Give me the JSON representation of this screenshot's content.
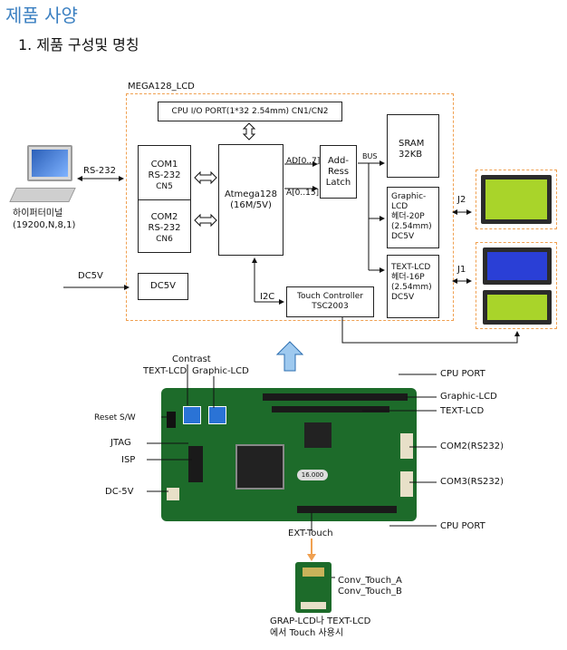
{
  "header": {
    "title": "제품 사양",
    "subtitle": "1. 제품 구성및 명칭"
  },
  "colors": {
    "title_blue": "#3a7fc1",
    "dash_orange": "#f0a050",
    "pcb_green": "#1d6b2a",
    "lcd_green": "#9acd32",
    "lcd_blue": "#2a3fd6",
    "arrow_blue": "#9ec9ef",
    "arrow_orange": "#f0a050"
  },
  "diagram": {
    "group_label": "MEGA128_LCD",
    "cpu_port": "CPU I/O PORT(1*32 2.54mm) CN1/CN2",
    "pc_label_line1": "하이퍼터미널",
    "pc_label_line2": "(19200,N,8,1)",
    "rs232_label": "RS-232",
    "dc5v_label": "DC5V",
    "com1": [
      "COM1",
      "RS-232",
      "CN5"
    ],
    "com2": [
      "COM2",
      "RS-232",
      "CN6"
    ],
    "dc5v_box": "DC5V",
    "cpu": [
      "Atmega128",
      "(16M/5V)"
    ],
    "ad_label": "AD[0..7]",
    "a_label": "A[0..15]",
    "latch": [
      "Add-",
      "Ress",
      "Latch"
    ],
    "bus_label": "BUS",
    "sram": [
      "SRAM",
      "32KB"
    ],
    "glcd": [
      "Graphic-",
      "LCD",
      "헤더-20P",
      "(2.54mm)",
      "DC5V"
    ],
    "tlcd": [
      "TEXT-LCD",
      "헤더-16P",
      "(2.54mm)",
      "DC5V"
    ],
    "j2": "J2",
    "j1": "J1",
    "i2c": "I2C",
    "touch": [
      "Touch Controller",
      "TSC2003"
    ]
  },
  "board": {
    "contrast": "Contrast",
    "text_lcd_top": "TEXT-LCD",
    "graphic_lcd_top": "Graphic-LCD",
    "reset": "Reset S/W",
    "jtag": "JTAG",
    "isp": "ISP",
    "dc5v": "DC-5V",
    "cpu_port_top": "CPU PORT",
    "graphic_lcd_right": "Graphic-LCD",
    "text_lcd_right": "TEXT-LCD",
    "com2": "COM2(RS232)",
    "com3": "COM3(RS232)",
    "cpu_port_bottom": "CPU PORT",
    "crystal": "16.000",
    "ext_touch": "EXT-Touch",
    "conv_a": "Conv_Touch_A",
    "conv_b": "Conv_Touch_B",
    "bottom_line1": "GRAP-LCD나 TEXT-LCD",
    "bottom_line2": "에서 Touch 사용시"
  }
}
